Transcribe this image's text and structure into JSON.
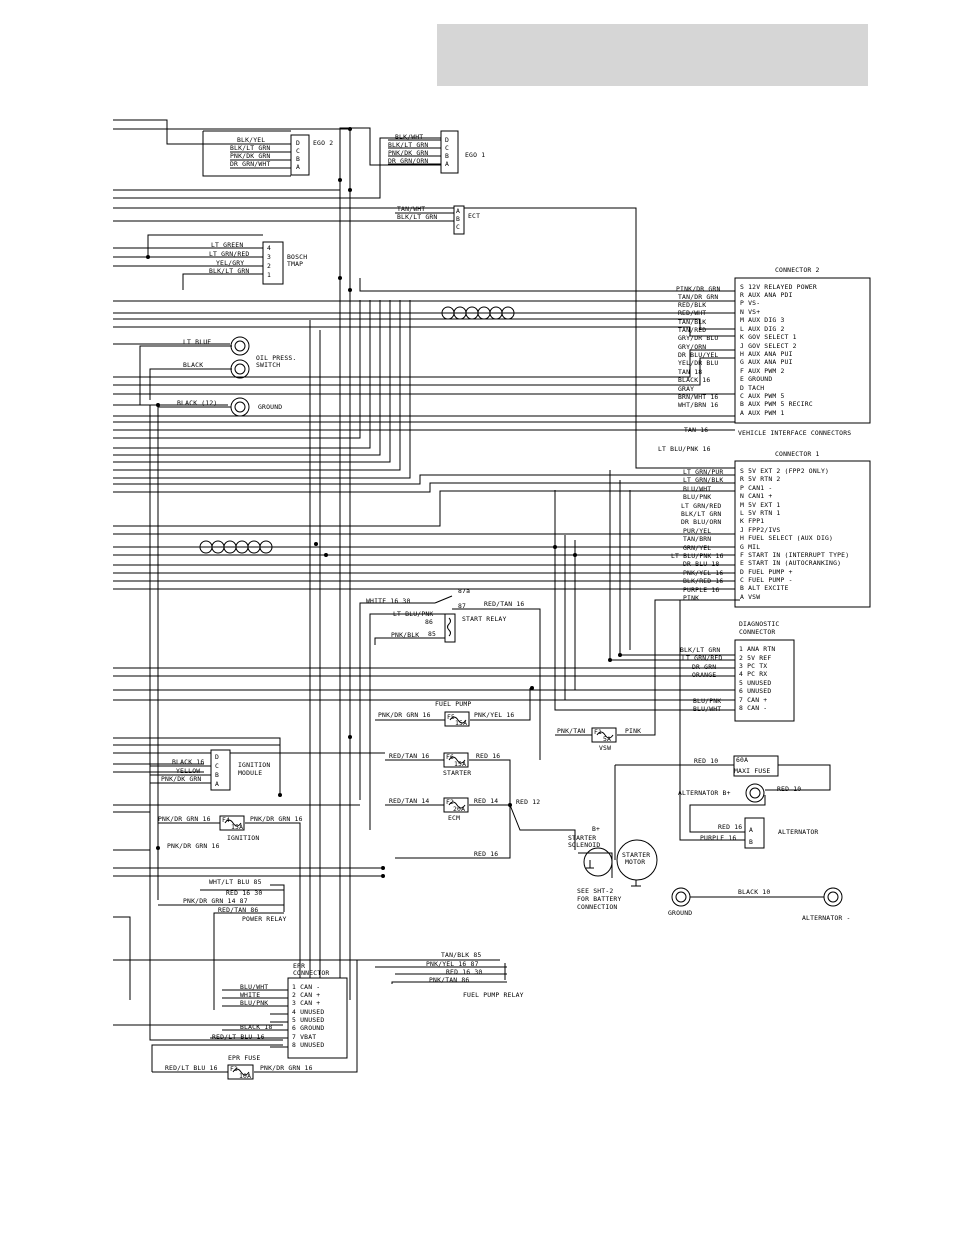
{
  "header": {
    "title": ""
  },
  "ego2": {
    "wires": [
      "BLK/YEL",
      "BLK/LT GRN",
      "PNK/DK GRN",
      "DR GRN/WHT"
    ],
    "pins": [
      "D",
      "C",
      "B",
      "A"
    ],
    "label": "EGO 2"
  },
  "ego1": {
    "wires": [
      "BLK/WHT",
      "BLK/LT GRN",
      "PNK/DK GRN",
      "DR GRN/ORN"
    ],
    "pins": [
      "D",
      "C",
      "B",
      "A"
    ],
    "label": "EGO 1"
  },
  "ect": {
    "wires": [
      "TAN/WHT",
      "BLK/LT GRN"
    ],
    "pins": [
      "A",
      "B",
      "C"
    ],
    "label": "ECT"
  },
  "tmap": {
    "wires": [
      "LT GREEN",
      "LT GRN/RED",
      "YEL/GRY",
      "BLK/LT GRN"
    ],
    "pins": [
      "4",
      "3",
      "2",
      "1"
    ],
    "label1": "BOSCH",
    "label2": "TMAP"
  },
  "oil": {
    "wires": [
      "LT BLUE",
      "BLACK"
    ],
    "label1": "OIL PRESS.",
    "label2": "SWITCH"
  },
  "ground1": {
    "wire": "BLACK (12)",
    "label": "GROUND"
  },
  "connector2": {
    "title": "CONNECTOR 2",
    "wires": [
      "PINK/DR GRN",
      "TAN/DR GRN",
      "RED/BLK",
      "RED/WHT",
      "TAN/BLK",
      "TAN/RED",
      "GRY/DR BLU",
      "GRY/ORN",
      "DR BLU/YEL",
      "YEL/DR BLU",
      "TAN 18",
      "BLACK 16",
      "GRAY",
      "BRN/WHT 16",
      "WHT/BRN 16"
    ],
    "pins": [
      "S 12V RELAYED POWER",
      "R AUX ANA PDI",
      "P VS-",
      "N VS+",
      "M AUX DIG 3",
      "L AUX DIG 2",
      "K GOV SELECT 1",
      "J GOV SELECT 2",
      "H AUX ANA PUI",
      "G AUX ANA PUI",
      "F AUX PWM 2",
      "E GROUND",
      "D TACH",
      "C AUX PWM 5",
      "B AUX PWM 5 RECIRC",
      "A AUX PWM 1"
    ],
    "footer": "VEHICLE INTERFACE CONNECTORS"
  },
  "tan16": "TAN 16",
  "ltblupnk16": "LT BLU/PNK 16",
  "connector1": {
    "title": "CONNECTOR 1",
    "wires": [
      "LT GRN/PUR",
      "LT GRN/BLK",
      "BLU/WHT",
      "BLU/PNK",
      "LT GRN/RED",
      "BLK/LT GRN",
      "DR BLU/ORN",
      "PUR/YEL",
      "TAN/BRN",
      "GRN/YEL",
      "LT BLU/PNK 16",
      "DR BLU 18",
      "PNK/YEL 16",
      "BLK/RED 16",
      "PURPLE 16",
      "PINK"
    ],
    "pins": [
      "S 5V EXT 2 (FPP2 ONLY)",
      "R 5V RTN 2",
      "P CAN1 -",
      "N CAN1 +",
      "M 5V EXT 1",
      "L 5V RTN 1",
      "K FPP1",
      "J FPP2/IVS",
      "H FUEL SELECT (AUX DIG)",
      "G MIL",
      "F START IN (INTERRUPT TYPE)",
      "E START IN (AUTOCRANKING)",
      "D FUEL PUMP +",
      "C FUEL PUMP -",
      "B ALT EXCITE",
      "A VSW"
    ]
  },
  "start_relay": {
    "white": "WHITE 16 30",
    "p87a": "87a",
    "p87": "87",
    "redtan": "RED/TAN 16",
    "ltblupnk": "LT BLU/PNK",
    "pnkblk": "PNK/BLK",
    "p86": "86",
    "p85": "85",
    "label": "START RELAY"
  },
  "diagnostic": {
    "title1": "DIAGNOSTIC",
    "title2": "CONNECTOR",
    "wires": [
      "BLK/LT GRN",
      "LT GRN/RED",
      "DR GRN",
      "ORANGE",
      "",
      "",
      "BLU/PNK",
      "BLU/WHT"
    ],
    "pins": [
      "1 ANA RTN",
      "2 5V REF",
      "3 PC TX",
      "4 PC RX",
      "5 UNUSED",
      "6 UNUSED",
      "7 CAN +",
      "8 CAN -"
    ]
  },
  "fuel_pump_fuse": {
    "title": "FUEL PUMP",
    "fuse": "F5",
    "amp": "15A",
    "left": "PNK/DR GRN 16",
    "right": "PNK/YEL 16"
  },
  "vsw_fuse": {
    "left": "PNK/TAN",
    "fuse": "F1",
    "amp": "5A",
    "right": "PINK",
    "label": "VSW"
  },
  "ignition_module": {
    "wires": [
      "BLACK 16",
      "YELLOW",
      "PNK/DK GRN"
    ],
    "pins": [
      "D",
      "C",
      "B",
      "A"
    ],
    "label1": "IGNITION",
    "label2": "MODULE"
  },
  "starter_fuse": {
    "left": "RED/TAN 16",
    "fuse": "F6",
    "amp": "15A",
    "right": "RED 16",
    "label": "STARTER"
  },
  "ecm_fuse": {
    "left": "RED/TAN 14",
    "fuse": "F2",
    "amp": "20A",
    "right": "RED 14",
    "red12": "RED 12",
    "label": "ECM"
  },
  "ignition_fuse": {
    "left": "PNK/DR GRN 16",
    "fuse": "F4",
    "amp": "15A",
    "right": "PNK/DR GRN 16",
    "label": "IGNITION"
  },
  "pnkdrgrn16": "PNK/DR GRN 16",
  "power_relay": {
    "wires": [
      "WHT/LT BLU 85",
      "RED 16 30",
      "PNK/DR GRN 14 87",
      "RED/TAN 86"
    ],
    "label": "POWER RELAY"
  },
  "maxi_fuse": {
    "wire": "RED 10",
    "fuse": "60A",
    "label": "MAXI FUSE"
  },
  "alternator": {
    "b_plus": "ALTERNATOR B+",
    "red10": "RED 10",
    "red16": "RED 16",
    "purple16": "PURPLE 16",
    "pins": [
      "A",
      "B"
    ],
    "label": "ALTERNATOR"
  },
  "starter": {
    "b_plus": "B+",
    "solenoid1": "STARTER",
    "solenoid2": "SOLENOID",
    "motor1": "STARTER",
    "motor2": "MOTOR",
    "red16": "RED 16"
  },
  "see_sht": [
    "SEE SHT-2",
    "FOR BATTERY",
    "CONNECTION"
  ],
  "ground2": {
    "label": "GROUND",
    "wire": "BLACK 10",
    "alt_minus": "ALTERNATOR -"
  },
  "fuel_pump_relay": {
    "wires": [
      "TAN/BLK 85",
      "PNK/YEL 16 87",
      "RED 16 30",
      "PNK/TAN 86"
    ],
    "label": "FUEL PUMP RELAY"
  },
  "epr_connector": {
    "title1": "EPR",
    "title2": "CONNECTOR",
    "wires": [
      "BLU/WHT",
      "WHITE",
      "BLU/PNK",
      "",
      "",
      "BLACK 18",
      "RED/LT BLU 16",
      ""
    ],
    "pins": [
      "1 CAN -",
      "2 CAN +",
      "3 CAN +",
      "4 UNUSED",
      "5 UNUSED",
      "6 GROUND",
      "7 VBAT",
      "8 UNUSED"
    ]
  },
  "epr_fuse": {
    "title": "EPR FUSE",
    "left": "RED/LT BLU 16",
    "fuse": "F3",
    "amp": "10A",
    "right": "PNK/DR GRN 16"
  }
}
